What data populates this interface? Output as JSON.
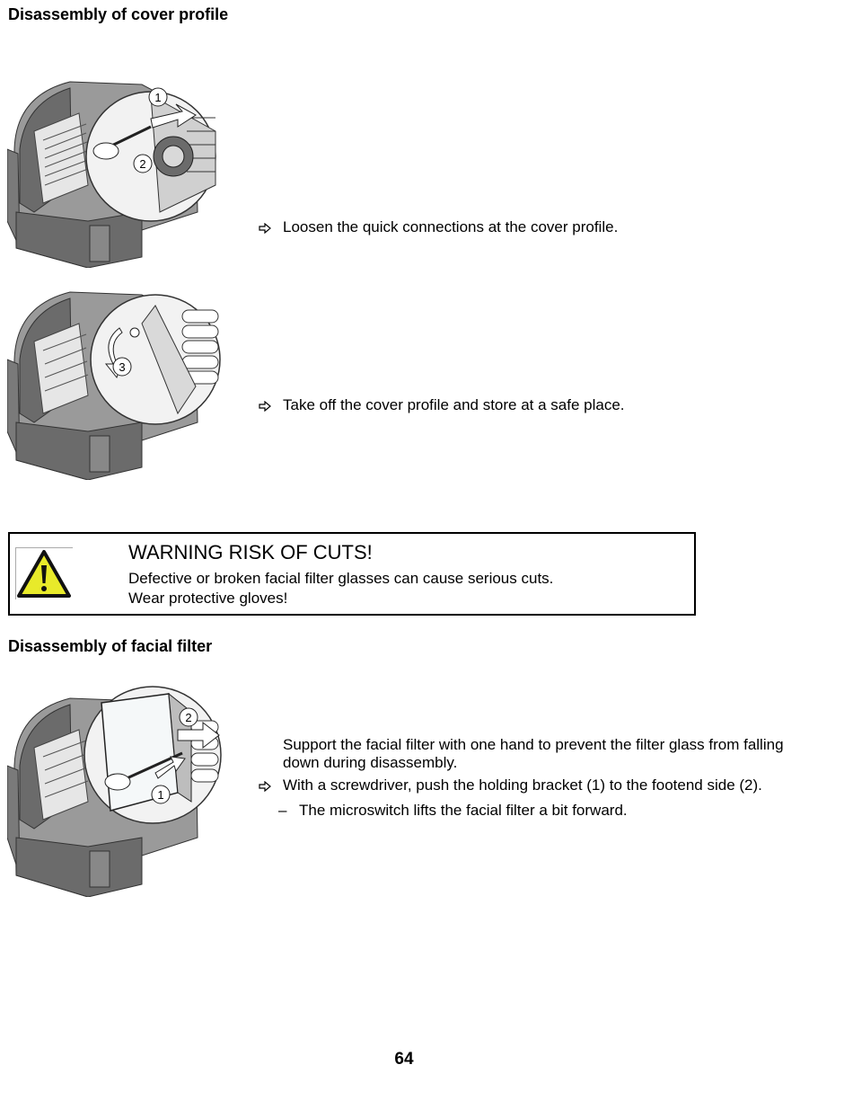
{
  "sections": {
    "cover_profile": {
      "heading": "Disassembly of cover profile",
      "steps": [
        "Loosen the quick connections at the cover profile.",
        "Take off the cover profile and store at a safe place."
      ],
      "callouts_image1": [
        "1",
        "2"
      ],
      "callouts_image2": [
        "3"
      ]
    },
    "facial_filter": {
      "heading": "Disassembly of facial filter",
      "intro": "Support the facial filter with one hand to prevent the filter glass from falling down during disassembly.",
      "step": "With a screwdriver, push the holding bracket (1) to the footend side  (2).",
      "sub_bullet": "–",
      "sub_step": "The microswitch lifts the facial filter a bit forward.",
      "callouts_image3": [
        "2",
        "1"
      ]
    }
  },
  "warning": {
    "title": "WARNING RISK OF CUTS!",
    "line1": "Defective or broken facial filter glasses can cause serious cuts.",
    "line2": "Wear protective gloves!",
    "icon": "warning-triangle-icon",
    "icon_color": "#e8ea2a"
  },
  "page_number": "64",
  "colors": {
    "machine_dark": "#6b6b6b",
    "machine_mid": "#9a9a9a",
    "machine_light": "#d9d9d9",
    "text": "#000000"
  }
}
